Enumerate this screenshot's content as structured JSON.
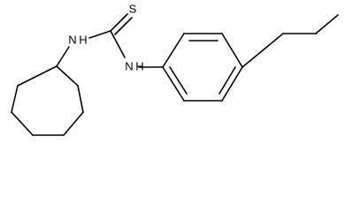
{
  "structure": {
    "atoms": {
      "sulfur": "S",
      "nitrogen_left": "N",
      "hydrogen_left": "H",
      "nitrogen_right": "N",
      "hydrogen_right": "H"
    }
  },
  "colors": {
    "bond": "#000000",
    "label": "#000000",
    "background": "#ffffff"
  }
}
